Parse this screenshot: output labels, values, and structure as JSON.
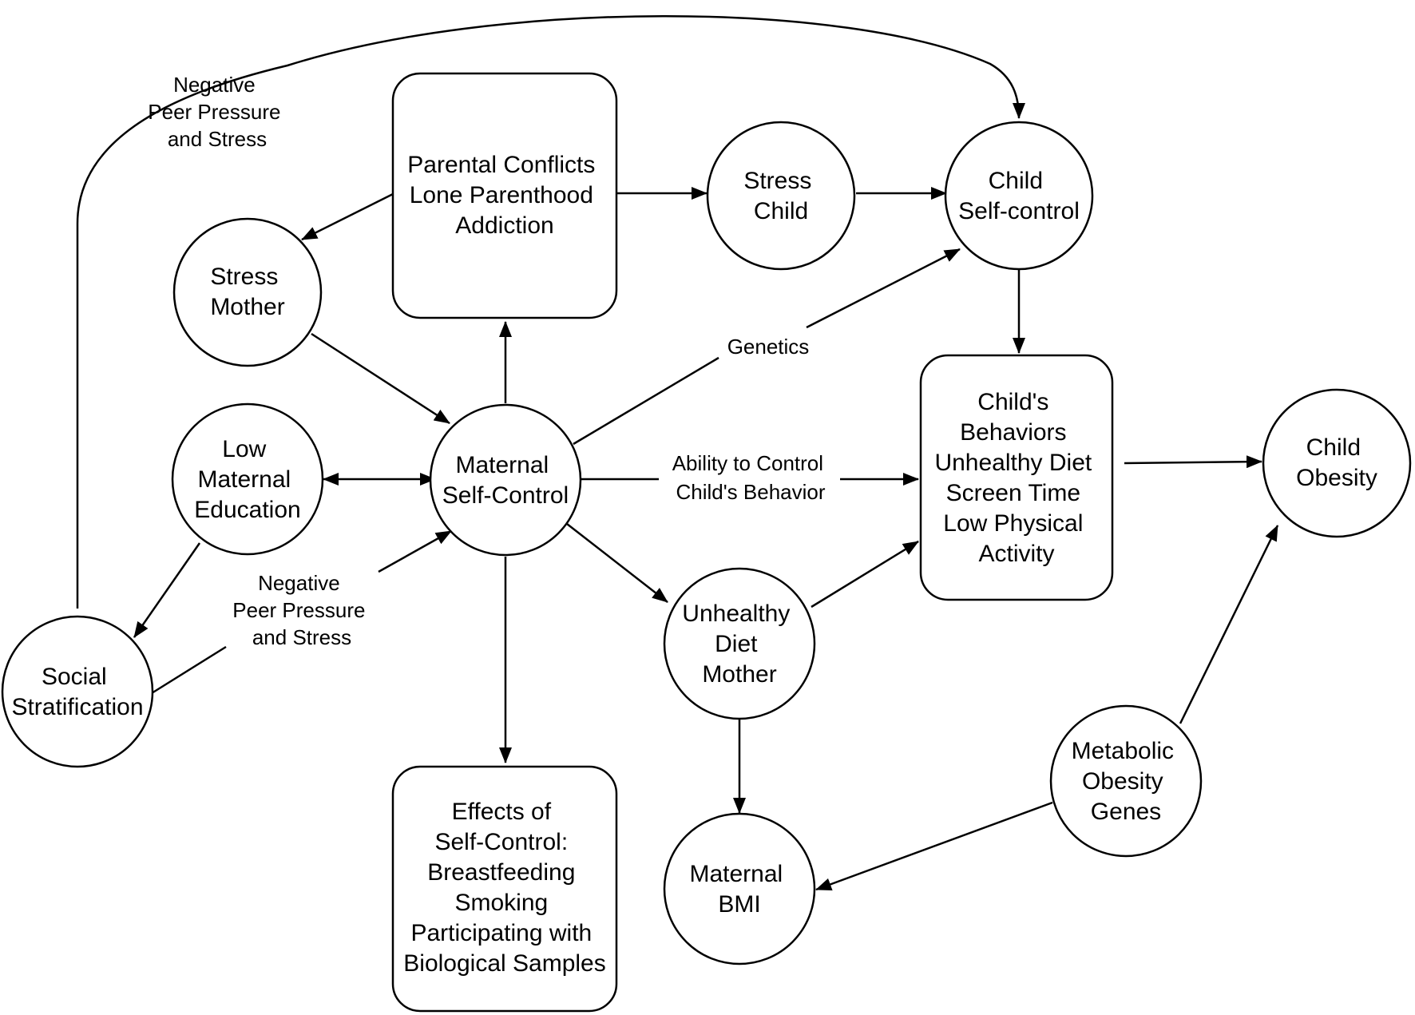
{
  "nodes": {
    "parental_conflicts": {
      "lines": [
        "Parental Conflicts",
        "Lone Parenthood",
        "Addiction"
      ]
    },
    "stress_child": {
      "lines": [
        "Stress",
        "Child"
      ]
    },
    "child_self_control": {
      "lines": [
        "Child",
        "Self-control"
      ]
    },
    "stress_mother": {
      "lines": [
        "Stress",
        "Mother"
      ]
    },
    "low_maternal_education": {
      "lines": [
        "Low",
        "Maternal",
        "Education"
      ]
    },
    "maternal_self_control": {
      "lines": [
        "Maternal",
        "Self-Control"
      ]
    },
    "childs_behaviors": {
      "lines": [
        "Child's",
        "Behaviors",
        "Unhealthy Diet",
        "Screen Time",
        "Low Physical",
        "Activity"
      ]
    },
    "child_obesity": {
      "lines": [
        "Child",
        "Obesity"
      ]
    },
    "social_stratification": {
      "lines": [
        "Social",
        "Stratification"
      ]
    },
    "unhealthy_diet_mother": {
      "lines": [
        "Unhealthy",
        "Diet",
        "Mother"
      ]
    },
    "metabolic_obesity_genes": {
      "lines": [
        "Metabolic",
        "Obesity",
        "Genes"
      ]
    },
    "effects_of_self_control": {
      "lines": [
        "Effects of",
        "Self-Control:",
        "Breastfeeding",
        "Smoking",
        "Participating with",
        "Biological Samples"
      ]
    },
    "maternal_bmi": {
      "lines": [
        "Maternal",
        "BMI"
      ]
    }
  },
  "edge_labels": {
    "peer_pressure_top": {
      "lines": [
        "Negative",
        "Peer Pressure",
        "and Stress"
      ]
    },
    "peer_pressure_bottom": {
      "lines": [
        "Negative",
        "Peer Pressure",
        "and Stress"
      ]
    },
    "genetics": {
      "lines": [
        "Genetics"
      ]
    },
    "ability_to_control": {
      "lines": [
        "Ability to Control",
        "Child's Behavior"
      ]
    }
  },
  "edges": [
    {
      "from": "social_stratification",
      "to": "child_self_control",
      "label": "peer_pressure_top"
    },
    {
      "from": "parental_conflicts",
      "to": "stress_child"
    },
    {
      "from": "stress_child",
      "to": "child_self_control"
    },
    {
      "from": "parental_conflicts",
      "to": "stress_mother"
    },
    {
      "from": "stress_mother",
      "to": "maternal_self_control"
    },
    {
      "from": "maternal_self_control",
      "to": "parental_conflicts"
    },
    {
      "from": "low_maternal_education",
      "to": "maternal_self_control",
      "bidirectional": true
    },
    {
      "from": "low_maternal_education",
      "to": "social_stratification"
    },
    {
      "from": "social_stratification",
      "to": "maternal_self_control",
      "label": "peer_pressure_bottom"
    },
    {
      "from": "maternal_self_control",
      "to": "child_self_control",
      "label": "genetics"
    },
    {
      "from": "maternal_self_control",
      "to": "childs_behaviors",
      "label": "ability_to_control"
    },
    {
      "from": "child_self_control",
      "to": "childs_behaviors"
    },
    {
      "from": "childs_behaviors",
      "to": "child_obesity"
    },
    {
      "from": "maternal_self_control",
      "to": "unhealthy_diet_mother"
    },
    {
      "from": "unhealthy_diet_mother",
      "to": "childs_behaviors"
    },
    {
      "from": "unhealthy_diet_mother",
      "to": "maternal_bmi"
    },
    {
      "from": "maternal_self_control",
      "to": "effects_of_self_control"
    },
    {
      "from": "metabolic_obesity_genes",
      "to": "child_obesity"
    },
    {
      "from": "metabolic_obesity_genes",
      "to": "maternal_bmi"
    }
  ]
}
